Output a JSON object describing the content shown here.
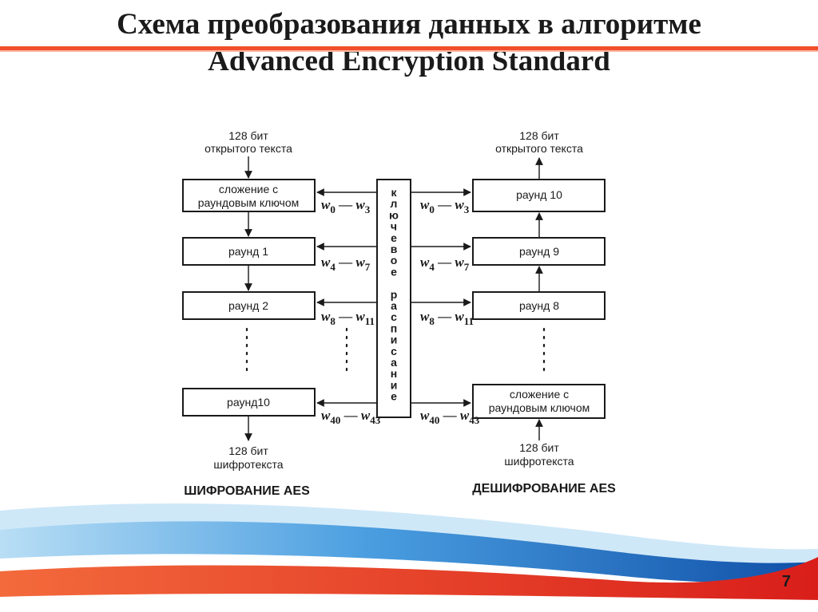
{
  "title": {
    "line1": "Схема преобразования данных в алгоритме",
    "line2": "Advanced Encryption Standard"
  },
  "encryption": {
    "input_line1": "128 бит",
    "input_line2": "открытого текста",
    "addkey_line1": "сложение с",
    "addkey_line2": "раундовым ключом",
    "rounds": [
      "раунд 1",
      "раунд 2"
    ],
    "last_round": "раунд10",
    "output_line1": "128 бит",
    "output_line2": "шифротекста",
    "caption": "ШИФРОВАНИЕ AES"
  },
  "decryption": {
    "output_line1": "128 бит",
    "output_line2": "открытого текста",
    "rounds": [
      "раунд 10",
      "раунд 9",
      "раунд 8"
    ],
    "addkey_line1": "сложение с",
    "addkey_line2": "раундовым ключом",
    "input_line1": "128 бит",
    "input_line2": "шифротекста",
    "caption": "ДЕШИФРОВАНИЕ AES"
  },
  "key_schedule": {
    "letters": [
      "к",
      "л",
      "ю",
      "ч",
      "е",
      "в",
      "о",
      "е",
      "",
      "р",
      "а",
      "с",
      "п",
      "и",
      "с",
      "а",
      "н",
      "и",
      "е"
    ]
  },
  "keys": [
    {
      "w": "w",
      "a": "0",
      "b": "3"
    },
    {
      "w": "w",
      "a": "4",
      "b": "7"
    },
    {
      "w": "w",
      "a": "8",
      "b": "11"
    },
    {
      "w": "w",
      "a": "40",
      "b": "43"
    }
  ],
  "page_number": "7",
  "colors": {
    "title_rule": "#f0502a",
    "wave_red": "#e8251f",
    "wave_blue": "#1e6fc4",
    "wave_light_blue": "#8cc8ee"
  }
}
